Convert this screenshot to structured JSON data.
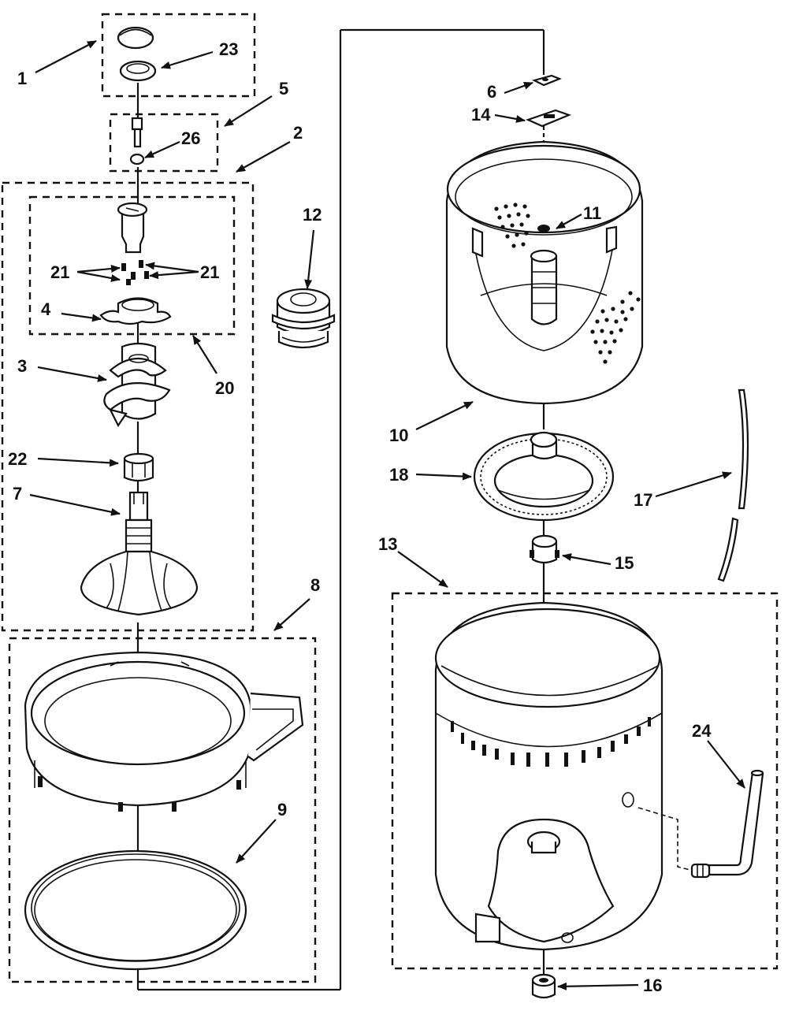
{
  "labels": {
    "l1": "1",
    "l2": "2",
    "l3": "3",
    "l4": "4",
    "l5": "5",
    "l6": "6",
    "l7": "7",
    "l8": "8",
    "l9": "9",
    "l10": "10",
    "l11": "11",
    "l12": "12",
    "l13": "13",
    "l14": "14",
    "l15": "15",
    "l16": "16",
    "l17": "17",
    "l18": "18",
    "l20": "20",
    "l21a": "21",
    "l21b": "21",
    "l22": "22",
    "l23": "23",
    "l24": "24",
    "l26": "26"
  }
}
